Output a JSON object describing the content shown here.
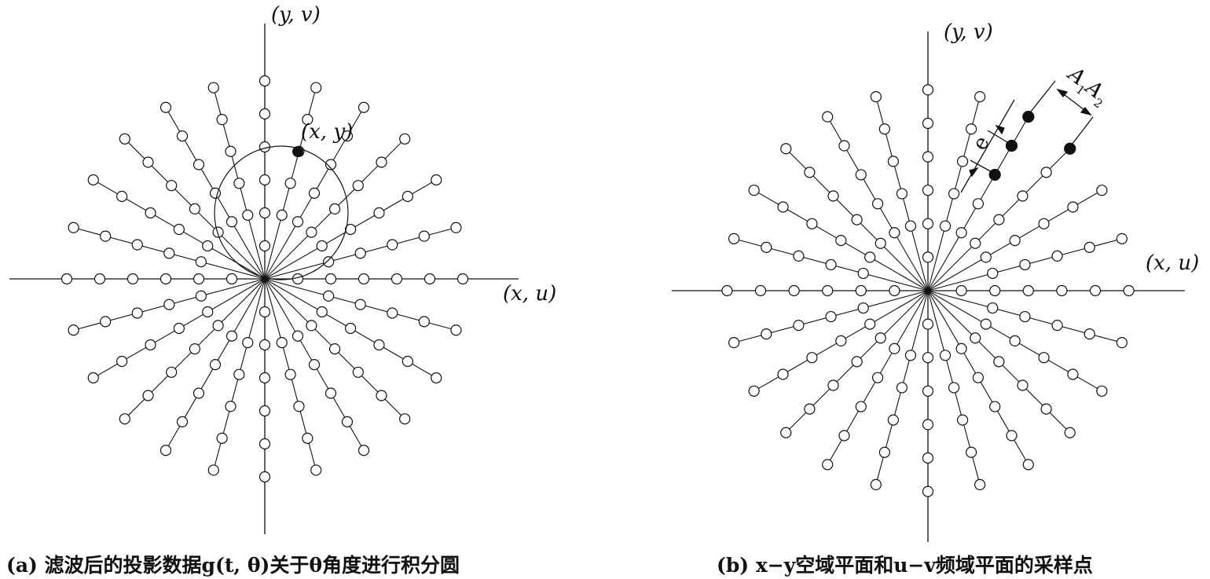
{
  "panel_a": {
    "y_axis_label": "(y, v)",
    "x_axis_label": "(x, u)",
    "point_label": "(x, y)",
    "caption": "(a) 滤波后的投影数据g(t, θ)关于θ角度进行积分圆",
    "ray_count": 24,
    "samples_per_ray": 6
  },
  "panel_b": {
    "y_axis_label": "(y, v)",
    "x_axis_label": "(x, u)",
    "dim_label_a": "A",
    "dim_sub_1": "1",
    "dim_sub_2": "2",
    "dim_label_e": "e",
    "caption": "(b) x−y空域平面和u−v频域平面的采样点",
    "ray_count": 24,
    "samples_per_ray": 6
  },
  "colors": {
    "ink": "#111111",
    "background": "#ffffff"
  }
}
